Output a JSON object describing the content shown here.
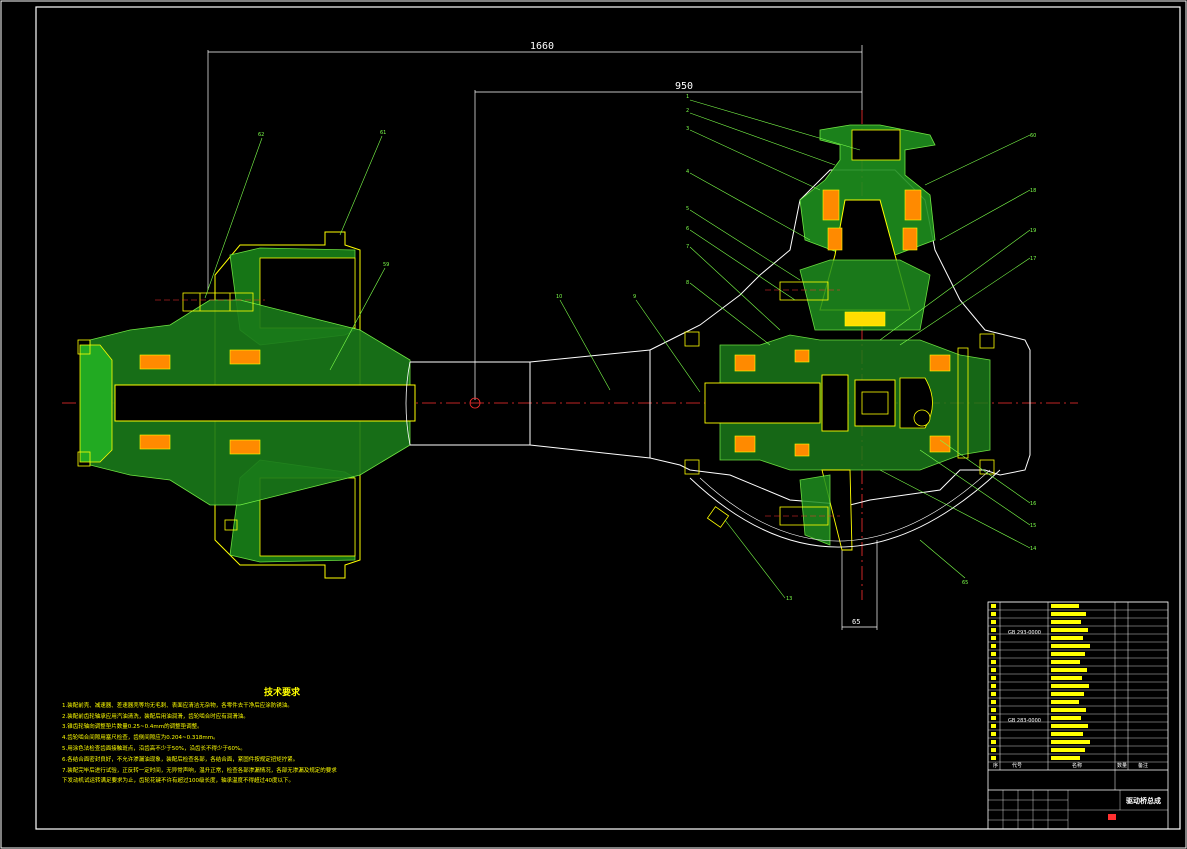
{
  "drawing": {
    "dimensions": {
      "overall": "1660",
      "mid": "950",
      "bottom": "65"
    },
    "labels_left": [
      "62",
      "61",
      "59"
    ],
    "labels_mid": [
      "10",
      "9"
    ],
    "labels_top": [
      "1",
      "2",
      "3",
      "4",
      "5",
      "6",
      "7",
      "8"
    ],
    "labels_right": [
      "60",
      "18",
      "19",
      "17",
      "16",
      "15",
      "14",
      "65"
    ],
    "label_bottom": "13"
  },
  "tech_notes": {
    "title": "技术要求",
    "lines": [
      "1.装配前壳、减速器、差速器壳等均无毛刺、表面应清洁无杂物，各零件去干净后应涂防锈油。",
      "2.装配前齿轮轴承应用汽油清洗，装配后用油润滑，齿轮啮合时应有润滑油。",
      "3.锥齿轮轴向调整垫片数量0.25~0.4mm的调整垫调整。",
      "4.齿轮啮合间隙用塞尺检查，齿侧间隙应为0.204~0.318mm。",
      "5.用涂色法检查齿面接触斑点，沿齿高不少于50%，沿齿长不得少于60%。",
      "6.各结合面密封良好，不允许渗漏油现象，装配后检查各部，各结合面，紧固件按规定扭矩拧紧。",
      "7.装配完毕后进行试验，正反转一定时间，无异常声响，温升正常，检查各部渗漏情况，各部无渗漏及规定的要求",
      "下发动机试运转满足要求为止，齿轮花键不许有超过100级长度，轴承温度不得超过40度以下。"
    ]
  },
  "title_block": {
    "drawing_name": "驱动桥总成",
    "part_no_1": "GB 293-0000",
    "part_no_2": "GB 283-0000",
    "header_cells": [
      "序",
      "代号",
      "名称",
      "数量",
      "备注"
    ]
  }
}
